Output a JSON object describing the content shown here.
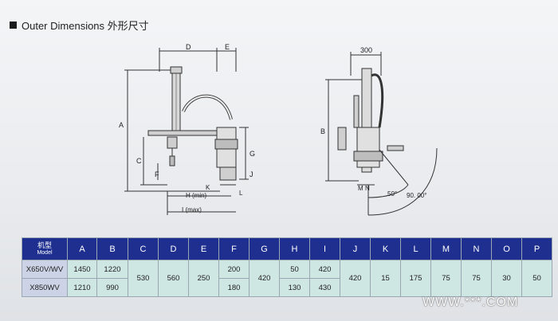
{
  "title": {
    "text": "Outer Dimensions 外形尺寸"
  },
  "diagram": {
    "front_labels": {
      "D": "D",
      "E": "E",
      "A": "A",
      "C": "C",
      "F": "F",
      "G": "G",
      "J": "J",
      "K": "K",
      "L": "L",
      "H": "H (min)",
      "I": "I (max)"
    },
    "side_labels": {
      "width": "300",
      "B": "B",
      "M": "M",
      "N": "N",
      "angle50": "50°",
      "angle90": "90. 00°"
    }
  },
  "table": {
    "header_model": "机型",
    "header_model_sub": "Model",
    "columns": [
      "A",
      "B",
      "C",
      "D",
      "E",
      "F",
      "G",
      "H",
      "I",
      "J",
      "K",
      "L",
      "M",
      "N",
      "O",
      "P"
    ],
    "rows": [
      {
        "model": "X650V/WV",
        "A": "1450",
        "B": "1220",
        "F": "200",
        "H": "50",
        "I": "420"
      },
      {
        "model": "X850WV",
        "A": "1210",
        "B": "990",
        "F": "180",
        "H": "130",
        "I": "430"
      }
    ],
    "shared": {
      "C": "530",
      "D": "560",
      "E": "250",
      "G": "420",
      "J": "420",
      "K": "15",
      "L": "175",
      "M": "75",
      "N": "75",
      "O": "30",
      "P": "50"
    }
  },
  "watermark": "WWW.***.COM"
}
